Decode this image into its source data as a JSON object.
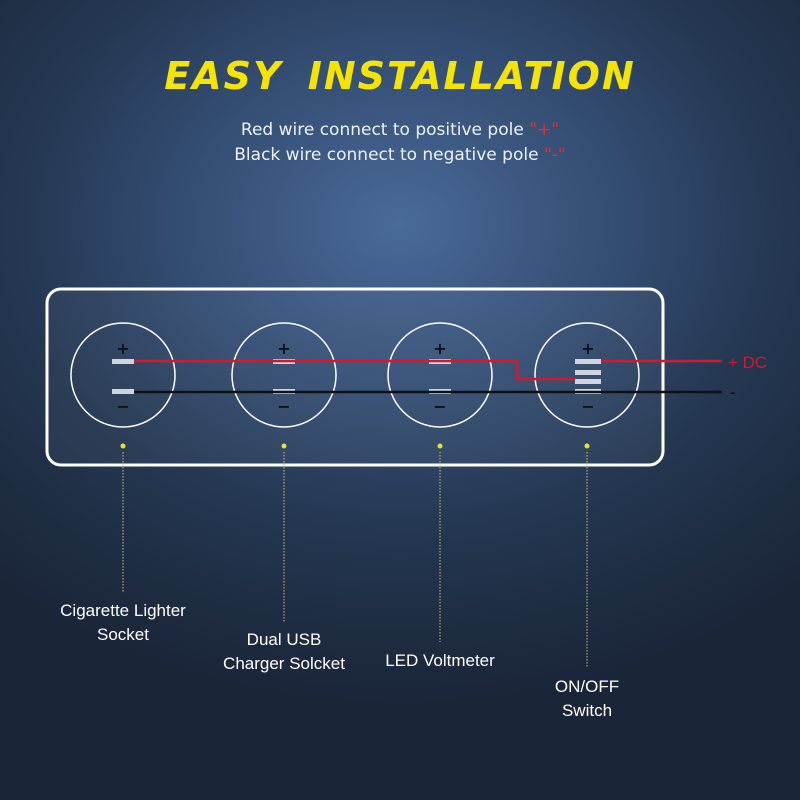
{
  "title": "EASY  INSTALLATION",
  "instructions": {
    "line1_text": "Red wire connect to positive pole ",
    "line1_symbol": "\"+\"",
    "line2_text": "Black wire connect to negative pole ",
    "line2_symbol": "\"-\""
  },
  "wiring": {
    "positive_label": "+ DC",
    "negative_label": "-",
    "plus_sign": "+",
    "minus_sign": "−",
    "colors": {
      "positive": "#d8182a",
      "negative": "#111111",
      "leader": "#e8e040"
    }
  },
  "components": [
    {
      "label_line1": "Cigarette Lighter",
      "label_line2": "Socket"
    },
    {
      "label_line1": "Dual USB",
      "label_line2": "Charger Solcket"
    },
    {
      "label_line1": "LED Voltmeter",
      "label_line2": ""
    },
    {
      "label_line1": "ON/OFF",
      "label_line2": "Switch"
    }
  ]
}
